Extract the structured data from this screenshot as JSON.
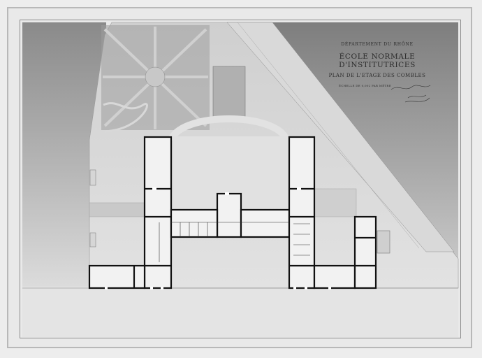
{
  "title_block": {
    "department": "DÉPARTEMENT DU RHÔNE",
    "school": "ÉCOLE NORMALE D'INSTITUTRICES",
    "plan": "PLAN DE L'ETAGE DES COMBLES",
    "scale": "ÉCHELLE DE 0,002 PAR MÈTRE"
  },
  "colors": {
    "paper": "#e9e9e9",
    "sky_dark": "#8f8f8f",
    "walls": "#111111",
    "garden_path": "#d4d4d4"
  }
}
